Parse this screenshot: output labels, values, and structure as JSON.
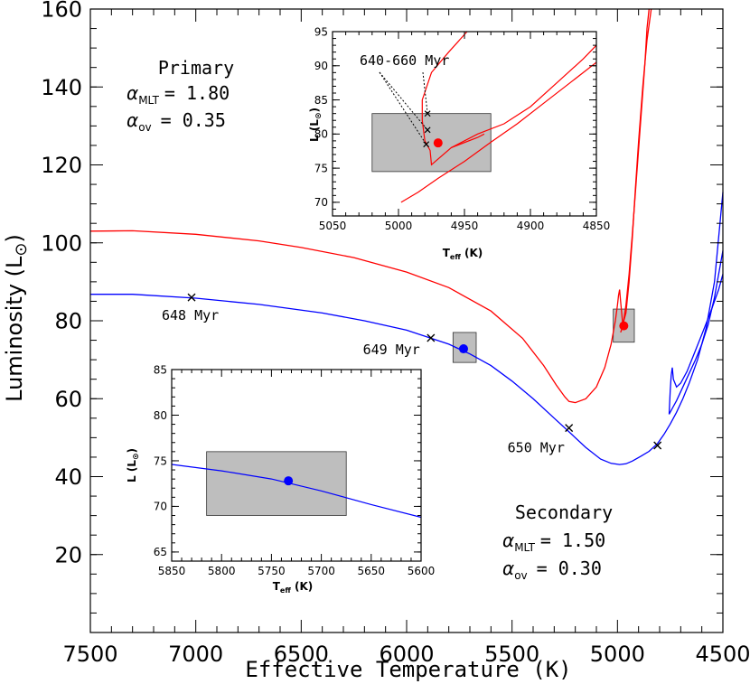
{
  "chart_data": [
    {
      "id": "main",
      "type": "line",
      "xlabel": "Effective Temperature (K)",
      "ylabel": "Luminosity (L",
      "ylabel_symbol": "⊙",
      "xlim": [
        7500,
        4500
      ],
      "ylim": [
        0,
        160
      ],
      "xticks": [
        7500,
        7000,
        6500,
        6000,
        5500,
        5000,
        4500
      ],
      "yticks": [
        20,
        40,
        60,
        80,
        100,
        120,
        140,
        160
      ],
      "primary_label": {
        "title": "Primary",
        "mlt_name": "α",
        "mlt_sub": "MLT",
        "mlt_val": "= 1.80",
        "ov_name": "α",
        "ov_sub": "ov",
        "ov_val": "= 0.35"
      },
      "secondary_label": {
        "title": "Secondary",
        "mlt_name": "α",
        "mlt_sub": "MLT",
        "mlt_val": "= 1.50",
        "ov_name": "α",
        "ov_sub": "ov",
        "ov_val": "= 0.30"
      },
      "series": [
        {
          "color": "#ff0000",
          "x": [
            7500,
            7300,
            7000,
            6700,
            6500,
            6250,
            6000,
            5800,
            5600,
            5450,
            5350,
            5290,
            5250,
            5230,
            5200,
            5150,
            5100,
            5060,
            5030,
            5010,
            5000,
            4995,
            4990,
            4985,
            4975,
            4960,
            4945,
            4930,
            4915,
            4900,
            4880,
            4860,
            4840
          ],
          "y": [
            103,
            103.1,
            102.2,
            100.5,
            98.8,
            96.2,
            92.5,
            88.5,
            82.5,
            75.5,
            68.5,
            63.5,
            60.5,
            59.3,
            59.0,
            60.0,
            63.0,
            68.0,
            74.0,
            80.0,
            84.0,
            86.5,
            88.0,
            85.0,
            79.0,
            82.0,
            90.0,
            101.0,
            114.0,
            126.0,
            140.0,
            152.0,
            160.0
          ]
        },
        {
          "color": "#ff0000",
          "x": [
            4985,
            4975,
            4960,
            4945,
            4930,
            4915,
            4900,
            4885,
            4870,
            4860,
            4850
          ],
          "y": [
            77.0,
            78.5,
            84.0,
            92.0,
            102.0,
            113.0,
            124.0,
            135.0,
            146.0,
            155.0,
            160.0
          ]
        },
        {
          "color": "#0000ff",
          "x": [
            7500,
            7300,
            7000,
            6700,
            6400,
            6200,
            6000,
            5900,
            5800,
            5700,
            5600,
            5500,
            5400,
            5300,
            5230,
            5150,
            5080,
            5030,
            4990,
            4960,
            4930,
            4890,
            4850,
            4810,
            4780,
            4750,
            4720,
            4690,
            4660,
            4620,
            4580,
            4540,
            4500
          ],
          "y": [
            86.8,
            86.8,
            85.8,
            84.2,
            82.0,
            80.0,
            77.6,
            75.8,
            74.0,
            71.5,
            68.5,
            64.5,
            60.0,
            55.0,
            51.5,
            47.5,
            44.5,
            43.4,
            43.1,
            43.3,
            44.0,
            45.2,
            46.5,
            48.5,
            50.8,
            53.5,
            56.5,
            60.0,
            64.0,
            70.0,
            78.0,
            90.0,
            113.0
          ]
        },
        {
          "color": "#0000ff",
          "x": [
            4755,
            4740,
            4720,
            4690,
            4660,
            4630,
            4600,
            4570,
            4540,
            4500
          ],
          "y": [
            56.0,
            57.5,
            59.5,
            63.0,
            66.5,
            70.0,
            74.0,
            79.0,
            86.0,
            98.0
          ]
        },
        {
          "color": "#0000ff",
          "x": [
            4755,
            4750,
            4745,
            4740,
            4735,
            4720,
            4700,
            4670,
            4640,
            4600,
            4560,
            4520,
            4500
          ],
          "y": [
            56.0,
            62.0,
            66.0,
            68.0,
            65.0,
            63.0,
            64.0,
            67.0,
            71.0,
            76.5,
            82.0,
            88.0,
            92.0
          ]
        }
      ],
      "age_markers": [
        {
          "label": "648 Myr",
          "x": 7020,
          "y": 86.0
        },
        {
          "label": "649 Myr",
          "x": 5885,
          "y": 75.6
        },
        {
          "label": "650 Myr",
          "x": 5230,
          "y": 52.5
        },
        {
          "label": "",
          "x": 4810,
          "y": 48.0
        }
      ],
      "boxes": [
        {
          "xmin": 5780,
          "xmax": 5670,
          "ymin": 69.3,
          "ymax": 77.0
        },
        {
          "xmin": 5020,
          "xmax": 4920,
          "ymin": 74.5,
          "ymax": 83.0
        }
      ],
      "points": [
        {
          "color": "#0000ff",
          "x": 5730,
          "y": 72.8
        },
        {
          "color": "#ff0000",
          "x": 4970,
          "y": 78.7
        }
      ]
    },
    {
      "id": "inset_primary",
      "type": "line",
      "xlabel_main": "T",
      "xlabel_sub": "eff",
      "xlabel_unit": " (K)",
      "ylabel": "L (L",
      "ylabel_symbol": "⊙",
      "xlim": [
        5050,
        4850
      ],
      "ylim": [
        68,
        95
      ],
      "xticks": [
        5050,
        5000,
        4950,
        4900,
        4850
      ],
      "yticks": [
        70,
        75,
        80,
        85,
        90,
        95
      ],
      "annotation": "640-660 Myr",
      "box": {
        "xmin": 5020,
        "xmax": 4930,
        "ymin": 74.5,
        "ymax": 83.0
      },
      "series": [
        {
          "color": "#ff0000",
          "x": [
            4948,
            4962,
            4975,
            4982,
            4982,
            4980,
            4976,
            4975,
            4960,
            4940,
            4935
          ],
          "y": [
            95.0,
            92.0,
            89.0,
            85.0,
            82.0,
            79.0,
            77.6,
            75.5,
            78.0,
            79.5,
            80.0
          ]
        },
        {
          "color": "#ff0000",
          "x": [
            4960,
            4940,
            4920,
            4900,
            4880,
            4860,
            4850
          ],
          "y": [
            78.0,
            80.0,
            81.5,
            84.0,
            87.5,
            91.0,
            93.0
          ]
        },
        {
          "color": "#ff0000",
          "x": [
            4998,
            4985,
            4970,
            4950,
            4930,
            4910,
            4890,
            4870,
            4850
          ],
          "y": [
            70.0,
            71.5,
            73.5,
            76.0,
            78.8,
            81.5,
            84.5,
            87.5,
            90.5
          ]
        }
      ],
      "markers": [
        {
          "x": 4978,
          "y": 83.0
        },
        {
          "x": 4978,
          "y": 80.6
        },
        {
          "x": 4979,
          "y": 78.5
        }
      ],
      "point": {
        "color": "#ff0000",
        "x": 4970,
        "y": 78.7
      }
    },
    {
      "id": "inset_secondary",
      "type": "line",
      "xlabel_main": "T",
      "xlabel_sub": "eff",
      "xlabel_unit": " (K)",
      "ylabel": "L (L",
      "ylabel_symbol": "⊙",
      "xlim": [
        5850,
        5600
      ],
      "ylim": [
        64,
        85
      ],
      "xticks": [
        5850,
        5800,
        5750,
        5700,
        5650,
        5600
      ],
      "yticks": [
        65,
        70,
        75,
        80,
        85
      ],
      "box": {
        "xmin": 5815,
        "xmax": 5675,
        "ymin": 69.0,
        "ymax": 76.0
      },
      "series": [
        {
          "color": "#0000ff",
          "x": [
            5850,
            5800,
            5750,
            5700,
            5650,
            5600
          ],
          "y": [
            74.6,
            73.9,
            73.0,
            71.7,
            70.2,
            68.8
          ]
        }
      ],
      "point": {
        "color": "#0000ff",
        "x": 5733,
        "y": 72.8
      }
    }
  ]
}
